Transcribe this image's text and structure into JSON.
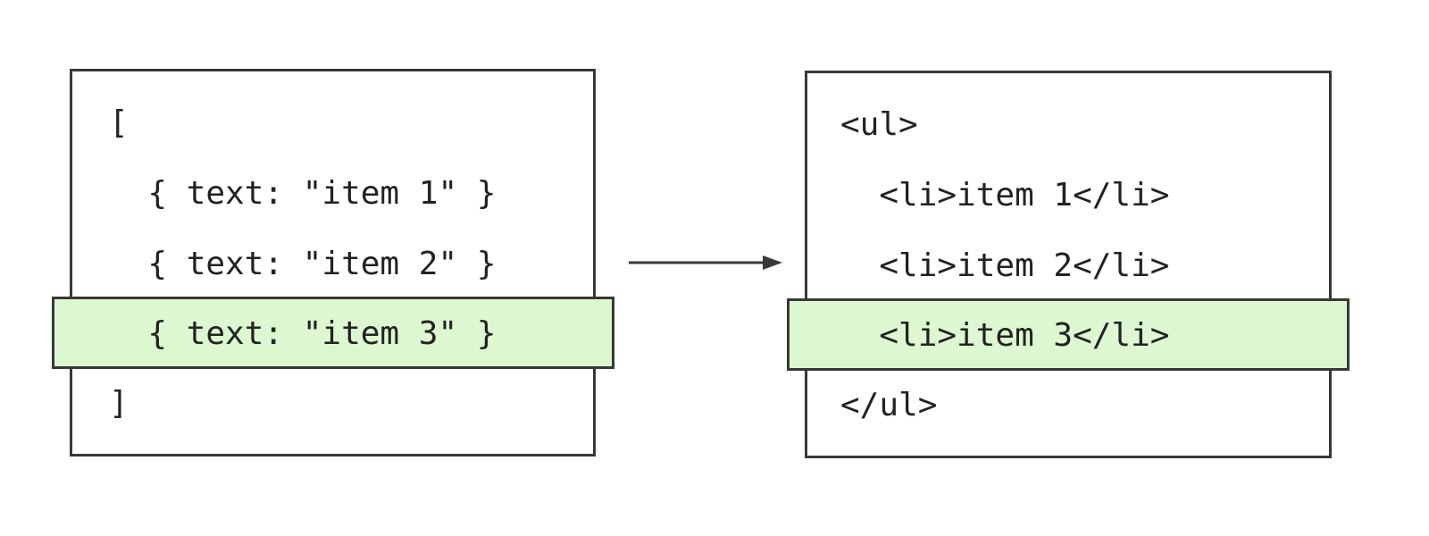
{
  "left": {
    "lines": [
      "[",
      "  { text: \"item 1\" }",
      "  { text: \"item 2\" }",
      "  { text: \"item 3\" }",
      "]"
    ],
    "highlighted_line_index": 3
  },
  "right": {
    "lines": [
      "<ul>",
      "  <li>item 1</li>",
      "  <li>item 2</li>",
      "  <li>item 3</li>",
      "</ul>"
    ],
    "highlighted_line_index": 3
  },
  "colors": {
    "border": "#383838",
    "highlight_fill": "#ddf8d0",
    "text": "#222222",
    "arrow": "#383838"
  },
  "arrow": {
    "direction": "right"
  }
}
